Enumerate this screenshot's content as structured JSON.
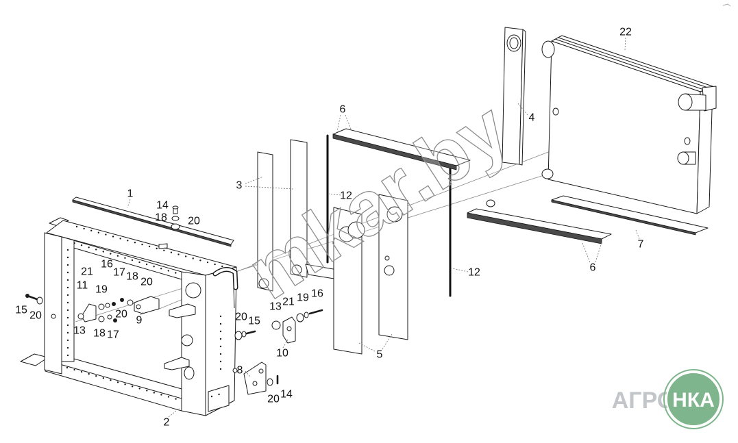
{
  "callouts": [
    "1",
    "14",
    "18",
    "20",
    "16",
    "17",
    "18",
    "21",
    "20",
    "11",
    "19",
    "15",
    "20",
    "20",
    "9",
    "13",
    "18",
    "17",
    "2",
    "3",
    "12",
    "13",
    "21",
    "19",
    "16",
    "20",
    "15",
    "8",
    "10",
    "20",
    "14",
    "5",
    "6",
    "12",
    "4",
    "22",
    "7",
    "6"
  ],
  "watermark": "mkar.by",
  "logo": {
    "left": "АГРО",
    "right": "НКА"
  },
  "colors": {
    "line": "#1a1a1a",
    "logo_green": "#7fb58c",
    "logo_gray": "#c3c6c9",
    "watermark": "#8c8c8c"
  }
}
